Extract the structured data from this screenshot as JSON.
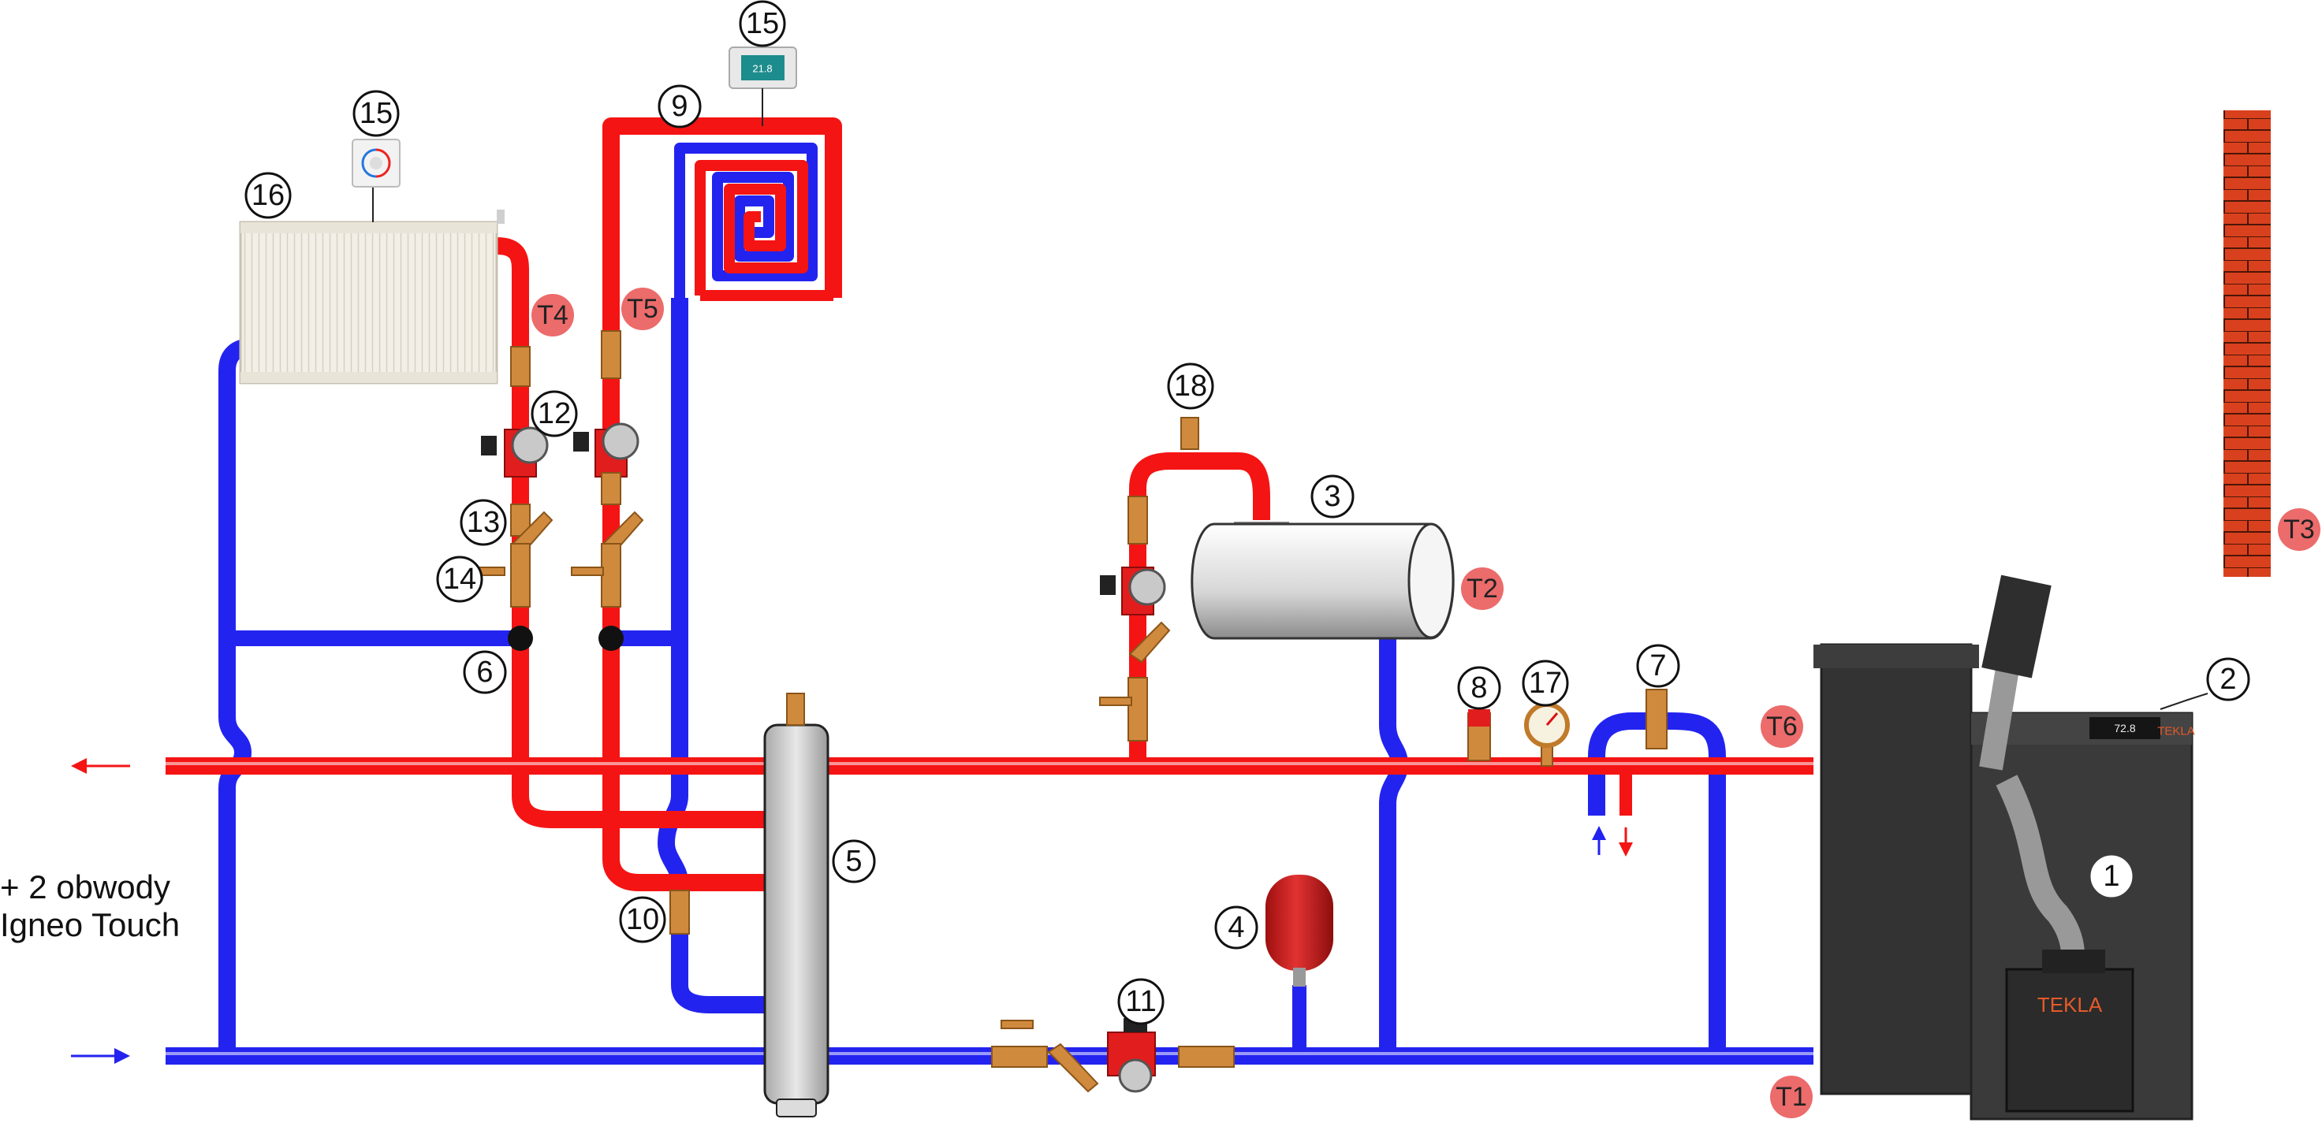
{
  "diagram": {
    "numbers": [
      "1",
      "2",
      "3",
      "4",
      "5",
      "6",
      "7",
      "8",
      "9",
      "10",
      "11",
      "12",
      "13",
      "14",
      "15",
      "16",
      "17",
      "18"
    ],
    "sensors": [
      "T1",
      "T2",
      "T3",
      "T4",
      "T5",
      "T6"
    ],
    "side_text": {
      "line1": "+ 2 obwody",
      "line2": "Igneo Touch"
    },
    "boiler_brand": "TEKLA",
    "feeder_brand": "TEKLA",
    "thermostat_display": "21.8",
    "boiler_display": "72.8"
  },
  "colors": {
    "supply": "#f41414",
    "return": "#2323f0",
    "sensor": "#ec6b6b",
    "boiler": "#3a3a3a",
    "brick": "#d9411e"
  },
  "icons": [
    "radiator-icon",
    "room-thermostat-icon",
    "touch-thermostat-icon",
    "floor-heating-coil-icon",
    "circulation-pump-icon",
    "strainer-icon",
    "ball-valve-icon",
    "check-valve-icon",
    "hydraulic-separator-icon",
    "buffer-tank-icon",
    "expansion-vessel-icon",
    "safety-valve-icon",
    "pressure-gauge-icon",
    "air-vent-icon",
    "thermostatic-valve-icon",
    "pellet-boiler-icon",
    "brick-chimney-icon",
    "flow-arrow-icon"
  ]
}
